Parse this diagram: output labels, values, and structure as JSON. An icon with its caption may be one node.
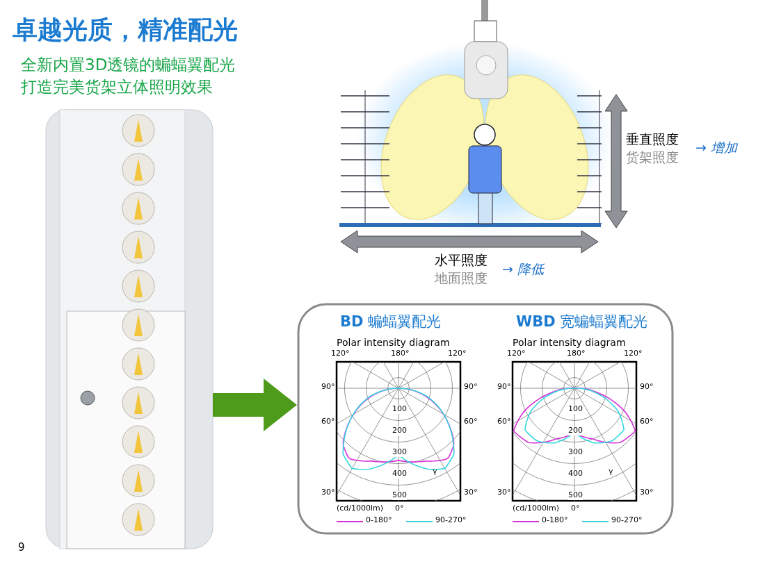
{
  "diagram": {
    "title": "卓越光质，精准配光",
    "nodes": [
      {
        "text": [],
        "shape": "picture"
      },
      {
        "text": [],
        "shape": "box"
      }
    ],
    "edges": [
      {
        "from": 0,
        "to": 1,
        "arrow": "to",
        "color": "#4e9a1a"
      }
    ],
    "labels": [
      "全新内置3D透镜的蝙蝠翼配光",
      "打造完美货架立体照明效果",
      "垂直照度",
      "货架照度",
      "→ 增加",
      "水平照度",
      "地面照度",
      "→ 降低",
      "**BD** 蝙蝠翼配光",
      "Polar intensity diagram",
      "120°",
      "180°",
      "120°",
      "90°",
      "90°",
      "60°",
      "60°",
      "100",
      "200",
      "300",
      "400",
      "γ",
      "500",
      "30°",
      "30°",
      "(cd/1000lm)",
      "0°",
      "**WBD** 宽蝙蝠翼配光",
      "Polar intensity diagram",
      "120°",
      "180°",
      "120°",
      "90°",
      "90°",
      "60°",
      "60°",
      "100",
      "200",
      "300",
      "400",
      "γ",
      "500",
      "30°",
      "30°",
      "(cd/1000lm)",
      "0°",
      "9"
    ],
    "legend": [
      {
        "text": "0-180°",
        "color": "#d62fd6"
      },
      {
        "text": "90-270°",
        "color": "#36d6e0"
      },
      {
        "text": "0-180°",
        "color": "#d62fd6"
      },
      {
        "text": "90-270°",
        "color": "#36d6e0"
      }
    ]
  }
}
